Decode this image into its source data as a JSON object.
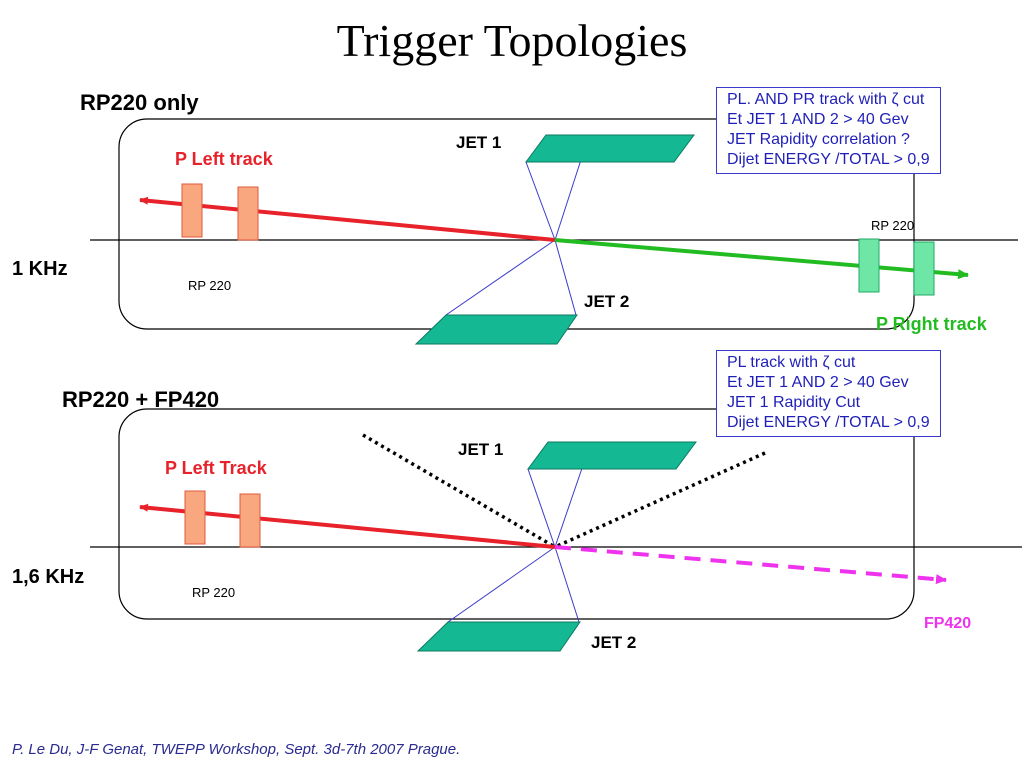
{
  "title": "Trigger Topologies",
  "footer": "P. Le Du,   J-F Genat,   TWEPP  Workshop,   Sept. 3d-7th   2007 Prague.",
  "colors": {
    "left_track": "#e8222a",
    "right_track": "#22bb22",
    "fp420_track": "#ee33ee",
    "jet_fill": "#14b892",
    "jet_line": "#3a3acc",
    "pot_left": "#f9a77e",
    "pot_right": "#6ee6a6",
    "note_text": "#1f1fb8"
  },
  "panels": [
    {
      "section_label": "RP220 only",
      "rate_label": "1 KHz",
      "jet1_label": "JET 1",
      "jet2_label": "JET 2",
      "left_track_label": "P Left  track",
      "right_track_label": "P Right track",
      "rp_left_label": "RP 220",
      "rp_right_label": "RP 220",
      "note_lines": [
        "PL. AND PR track  with  ζ cut",
        "Et JET 1 AND 2 > 40 Gev",
        "JET Rapidity correlation ?",
        "Dijet ENERGY  /TOTAL > 0,9"
      ]
    },
    {
      "section_label": "RP220 + FP420",
      "rate_label": "1,6 KHz",
      "jet1_label": "JET 1",
      "jet2_label": "JET 2",
      "left_track_label": "P Left Track",
      "fp420_label": "FP420",
      "rp_left_label": "RP 220",
      "note_lines": [
        "PL track  with  ζ cut",
        "Et JET 1 AND 2 > 40 Gev",
        "JET 1 Rapidity Cut",
        "Dijet ENERGY  /TOTAL > 0,9"
      ]
    }
  ]
}
